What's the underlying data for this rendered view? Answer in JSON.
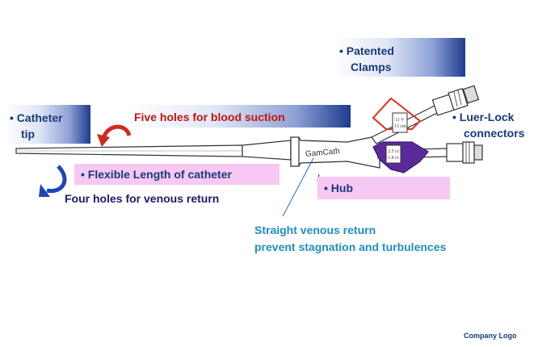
{
  "labels": {
    "patented_clamps_line1": "• Patented",
    "patented_clamps_line2": "Clamps",
    "catheter_tip_line1": "• Catheter",
    "catheter_tip_line2": "tip",
    "five_holes": "Five holes for blood suction",
    "luer_lock_line1": "• Luer-Lock",
    "luer_lock_line2": "connectors",
    "flexible_length": "• Flexible Length of catheter",
    "four_holes": "Four holes for venous return",
    "hub": "• Hub",
    "straight_return_line1": "Straight venous return",
    "straight_return_line2": "prevent stagnation and turbulences",
    "company_logo": "Company Logo"
  },
  "device": {
    "hub_brand": "GamCath",
    "red_clamp_text_1": "11 V",
    "red_clamp_text_2": "15 cm",
    "purple_clamp_text_1": "2.5 cc",
    "purple_clamp_text_2": "1.8 cc"
  },
  "colors": {
    "red_clamp": "#e0301e",
    "purple_clamp": "#5b2a9a",
    "arrow_red": "#d0281e",
    "arrow_blue": "#1a46b8",
    "text_red": "#c41414",
    "text_teal": "#1e8ec8"
  }
}
